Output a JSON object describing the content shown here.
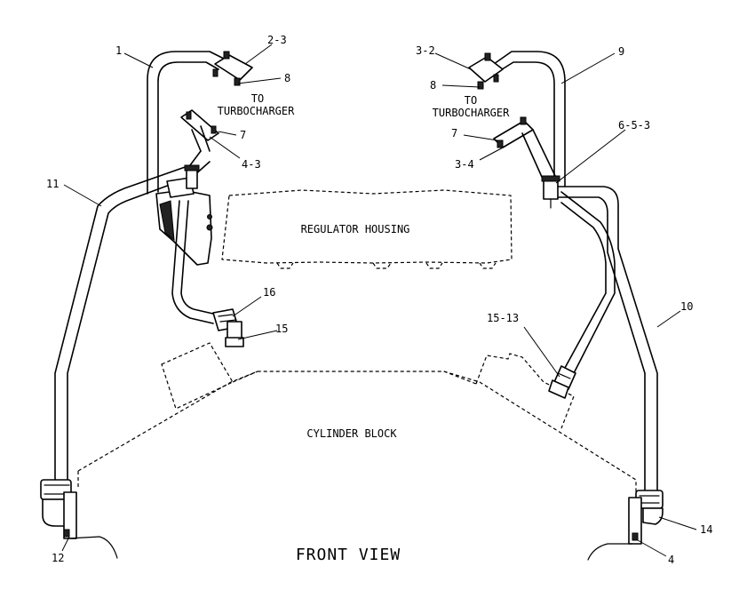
{
  "title": "FRONT VIEW",
  "labels": {
    "regulator_housing": "REGULATOR HOUSING",
    "cylinder_block": "CYLINDER BLOCK",
    "to_turbo_left_1": "TO",
    "to_turbo_left_2": "TURBOCHARGER",
    "to_turbo_right_1": "TO",
    "to_turbo_right_2": "TURBOCHARGER"
  },
  "callouts": {
    "c1": "1",
    "c2_3": "2-3",
    "c8_left": "8",
    "c7_left": "7",
    "c4_3": "4-3",
    "c11": "11",
    "c16": "16",
    "c15": "15",
    "c12": "12",
    "c3_2": "3-2",
    "c9": "9",
    "c8_right": "8",
    "c7_right": "7",
    "c3_4": "3-4",
    "c6_5_3": "6-5-3",
    "c10": "10",
    "c15_13": "15-13",
    "c14": "14",
    "c4": "4"
  }
}
